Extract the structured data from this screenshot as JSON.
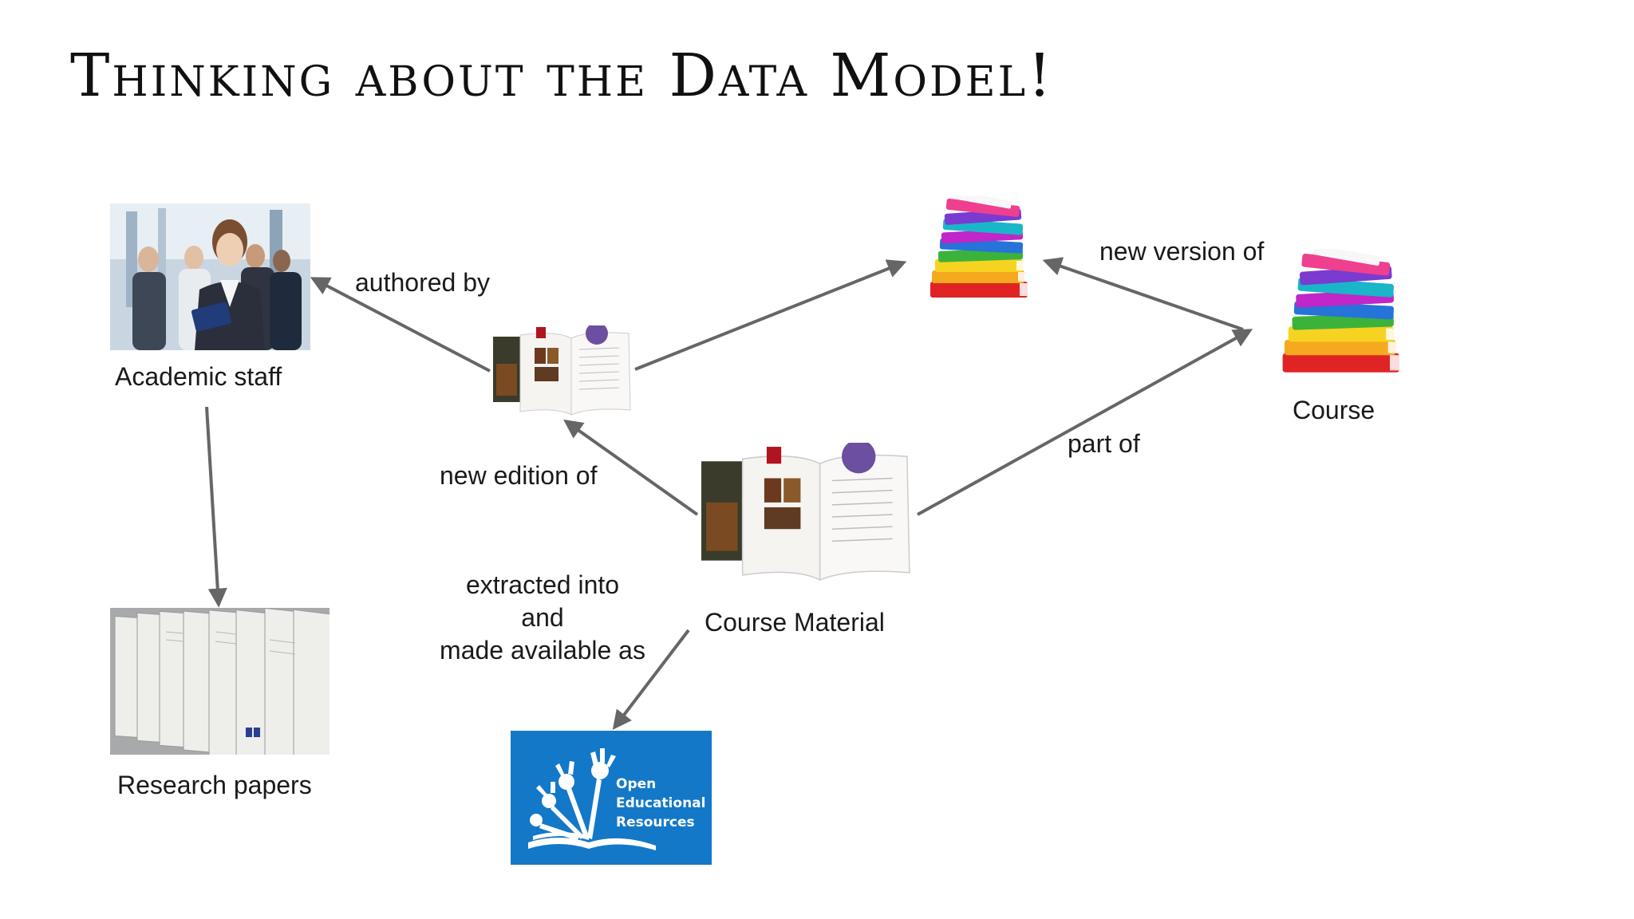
{
  "slide": {
    "title": "Thinking about the Data Model!"
  },
  "nodes": {
    "academic_staff": "Academic staff",
    "research_papers": "Research papers",
    "course": "Course",
    "course_material": "Course Material",
    "oer": {
      "line1": "Open",
      "line2": "Educational",
      "line3": "Resources"
    }
  },
  "relations": {
    "authored_by": "authored by",
    "new_version_of": "new version of",
    "new_edition_of": "new edition of",
    "part_of": "part of",
    "extracted": {
      "line1": "extracted into",
      "line2": "and",
      "line3": "made available as"
    }
  },
  "colors": {
    "arrow": "#666666",
    "oer_blue": "#1378c8"
  }
}
